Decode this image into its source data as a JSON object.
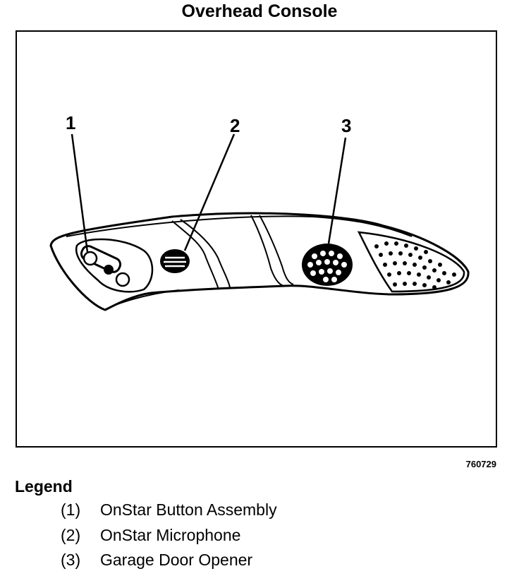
{
  "title": "Overhead Console",
  "figure_number": "760729",
  "callouts": [
    "1",
    "2",
    "3"
  ],
  "legend": {
    "heading": "Legend",
    "items": [
      {
        "num": "(1)",
        "label": "OnStar Button Assembly"
      },
      {
        "num": "(2)",
        "label": "OnStar Microphone"
      },
      {
        "num": "(3)",
        "label": "Garage Door Opener"
      }
    ]
  }
}
